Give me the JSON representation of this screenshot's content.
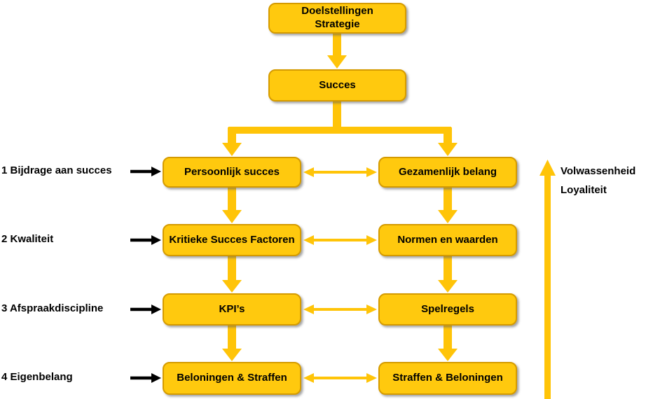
{
  "diagram": {
    "top_box": {
      "line1": "Doelstellingen",
      "line2": "Strategie"
    },
    "succes_label": "Succes",
    "rows": [
      {
        "num_label": "1 Bijdrage aan succes",
        "left": "Persoonlijk succes",
        "right": "Gezamenlijk belang"
      },
      {
        "num_label": "2 Kwaliteit",
        "left": "Kritieke Succes Factoren",
        "right": "Normen en waarden"
      },
      {
        "num_label": "3 Afspraakdiscipline",
        "left": "KPI’s",
        "right": "Spelregels"
      },
      {
        "num_label": "4 Eigenbelang",
        "left": "Beloningen & Straffen",
        "right": "Straffen & Beloningen"
      }
    ],
    "axis": {
      "label1": "Volwassenheid",
      "label2": "Loyaliteit"
    },
    "colors": {
      "gold": "#FFC408",
      "box_fill": "#FFC90E",
      "box_border": "#D59B00",
      "text": "#000000"
    }
  }
}
